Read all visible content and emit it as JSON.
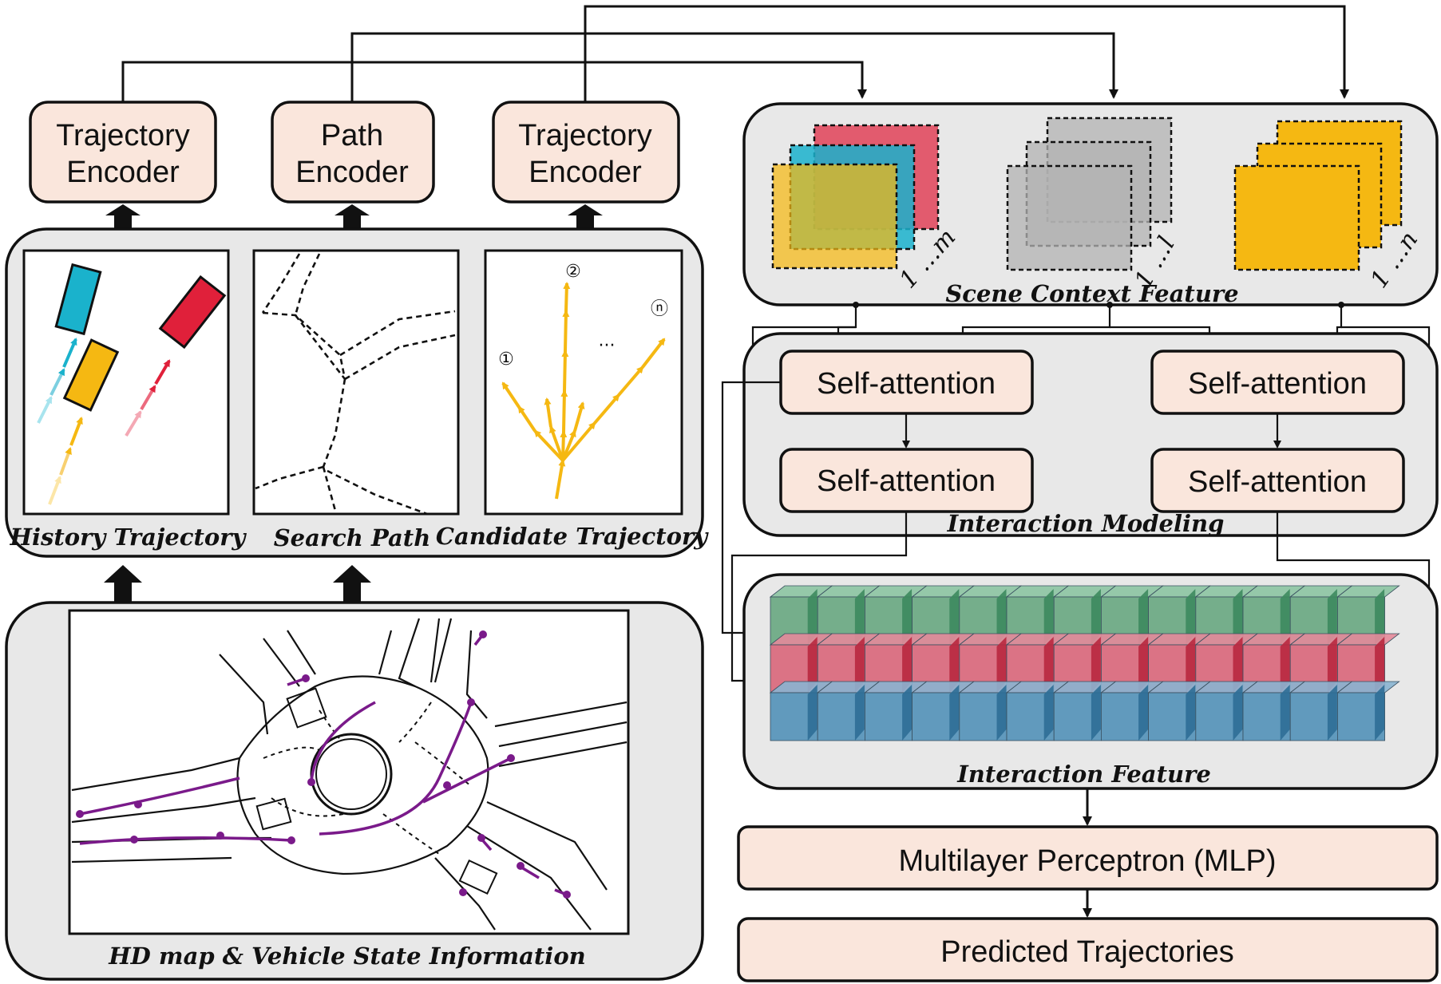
{
  "encoders": {
    "history": "Trajectory Encoder",
    "path": "Path Encoder",
    "candidate": "Trajectory Encoder"
  },
  "encoder_lines": {
    "history": [
      "Trajectory",
      "Encoder"
    ],
    "path": [
      "Path",
      "Encoder"
    ],
    "candidate": [
      "Trajectory",
      "Encoder"
    ]
  },
  "inputs": {
    "history_caption": "History Trajectory",
    "search_caption": "Search Path",
    "candidate_caption": "Candidate Trajectory",
    "candidate_markers": [
      "①",
      "②",
      "ⓝ",
      "···"
    ]
  },
  "map": {
    "caption": "HD map & Vehicle State Information"
  },
  "scene": {
    "caption": "Scene Context Feature",
    "stack_indices": [
      "1 …m",
      "1 …l",
      "1 …n"
    ]
  },
  "interaction": {
    "caption": "Interaction Modeling",
    "blocks": [
      "Self-attention",
      "Self-attention",
      "Self-attention",
      "Self-attention"
    ]
  },
  "feature": {
    "caption": "Interaction Feature"
  },
  "mlp": {
    "label": "Multilayer Perceptron (MLP)"
  },
  "output": {
    "label": "Predicted Trajectories"
  },
  "colors": {
    "panel": "#e8e8e8",
    "box": "#fae6dc",
    "cyan": "#1ab2cc",
    "yellow": "#f5b812",
    "red": "#e0203a",
    "gray": "#b3b3b3",
    "green": "#6aa882",
    "pink": "#d9687c",
    "blue": "#5592b8",
    "purple": "#7a1a8a"
  }
}
